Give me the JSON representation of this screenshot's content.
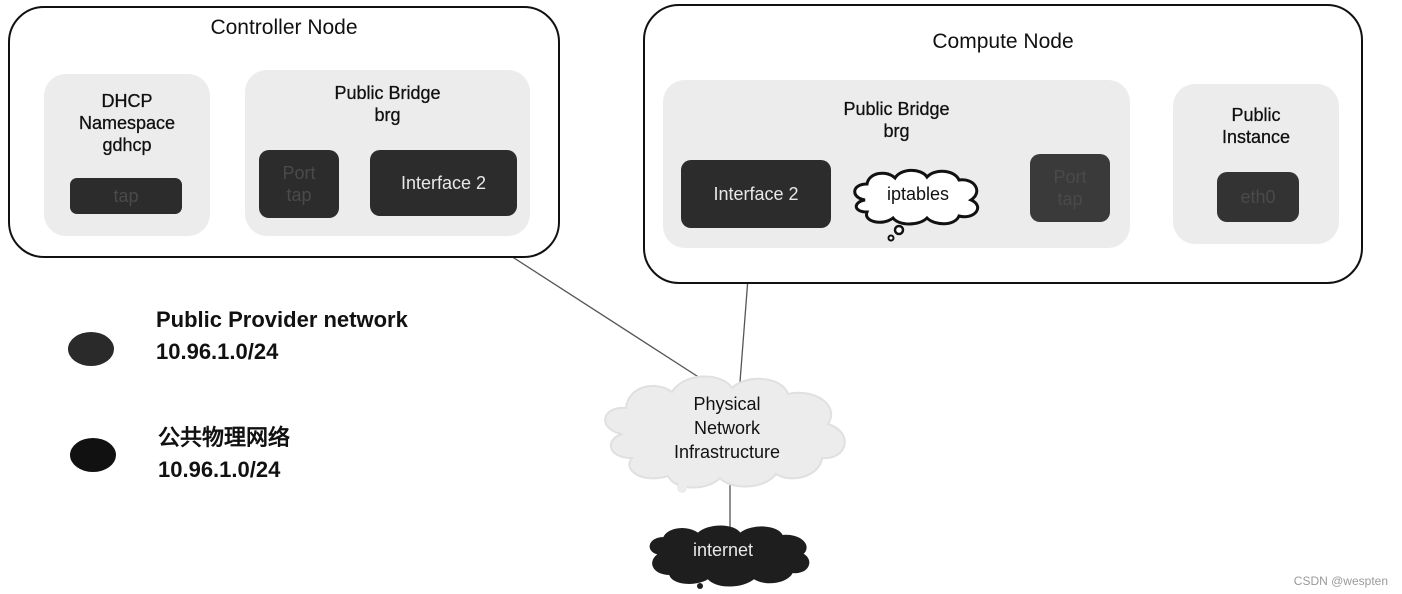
{
  "controller_node": {
    "title": "Controller Node",
    "dhcp_panel": {
      "label_lines": [
        "DHCP",
        "Namespace",
        "gdhcp"
      ],
      "tap_label": "tap"
    },
    "bridge_panel": {
      "label_lines": [
        "Public Bridge",
        "brg"
      ],
      "port_lines": [
        "Port",
        "tap"
      ],
      "interface_label": "Interface 2"
    }
  },
  "compute_node": {
    "title": "Compute Node",
    "bridge_panel": {
      "label_lines": [
        "Public Bridge",
        "brg"
      ],
      "interface_label": "Interface 2",
      "iptables_label": "iptables",
      "port_lines": [
        "Port",
        "tap"
      ]
    },
    "instance_panel": {
      "label_lines": [
        "Public",
        "Instance"
      ],
      "eth_label": "eth0"
    }
  },
  "physical_cloud": {
    "label_lines": [
      "Physical",
      "Network",
      "Infrastructure"
    ]
  },
  "internet_cloud": {
    "label": "internet"
  },
  "legend": [
    {
      "title": "Public Provider network",
      "subnet": "10.96.1.0/24"
    },
    {
      "title": "公共物理网络",
      "subnet": "10.96.1.0/24"
    }
  ],
  "watermark": "CSDN @wespten"
}
